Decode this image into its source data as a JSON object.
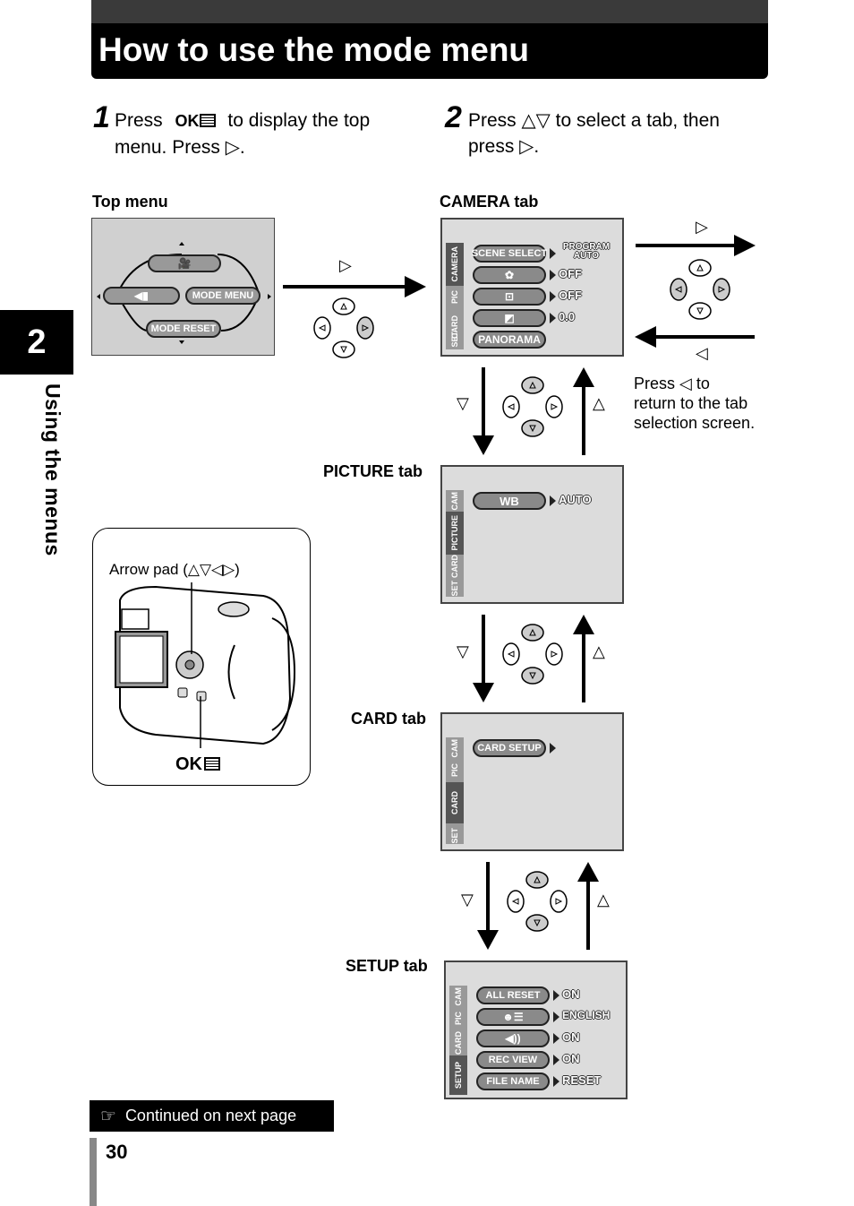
{
  "header": {
    "title": "How to use the mode menu"
  },
  "side": {
    "chapter": "2",
    "label": "Using the menus"
  },
  "steps": [
    {
      "num": "1",
      "line1_a": "Press",
      "ok": "OK",
      "line1_b": "to display the top",
      "line2": "menu. Press ▷."
    },
    {
      "num": "2",
      "line1": "Press △▽ to select a tab, then",
      "line2": "press ▷."
    }
  ],
  "labels": {
    "top_menu": "Top menu",
    "camera_tab": "CAMERA tab",
    "picture_tab": "PICTURE tab",
    "card_tab": "CARD tab",
    "setup_tab": "SETUP tab"
  },
  "top_menu": {
    "mode_menu": "MODE MENU",
    "mode_reset": "MODE RESET"
  },
  "tabs_full": {
    "camera": "CAMERA",
    "picture": "PICTURE",
    "card": "CARD",
    "setup": "SETUP"
  },
  "tabs_short": {
    "cam": "CAM",
    "pic": "PIC",
    "card": "CARD",
    "set": "SET"
  },
  "camera_screen": {
    "scene_select": "SCENE SELECT",
    "program": "PROGRAM",
    "auto": "AUTO",
    "off1": "OFF",
    "off2": "OFF",
    "ev": "0.0",
    "panorama": "PANORAMA"
  },
  "picture_screen": {
    "wb": "WB",
    "auto": "AUTO"
  },
  "card_screen": {
    "card_setup": "CARD SETUP"
  },
  "setup_screen": {
    "all_reset": "ALL RESET",
    "all_reset_val": "ON",
    "language_val": "ENGLISH",
    "beep_val": "ON",
    "rec_view": "REC VIEW",
    "rec_view_val": "ON",
    "file_name": "FILE NAME",
    "file_name_val": "RESET"
  },
  "symbols": {
    "right": "▷",
    "left": "◁",
    "down": "▽",
    "up": "△"
  },
  "notes": {
    "return_line1": "Press ◁ to",
    "return_line2": "return to the tab",
    "return_line3": "selection screen."
  },
  "camera_callout": {
    "arrow_pad": "Arrow pad (△▽◁▷)",
    "ok": "OK"
  },
  "footer": {
    "continued": "Continued on next page",
    "page": "30"
  }
}
